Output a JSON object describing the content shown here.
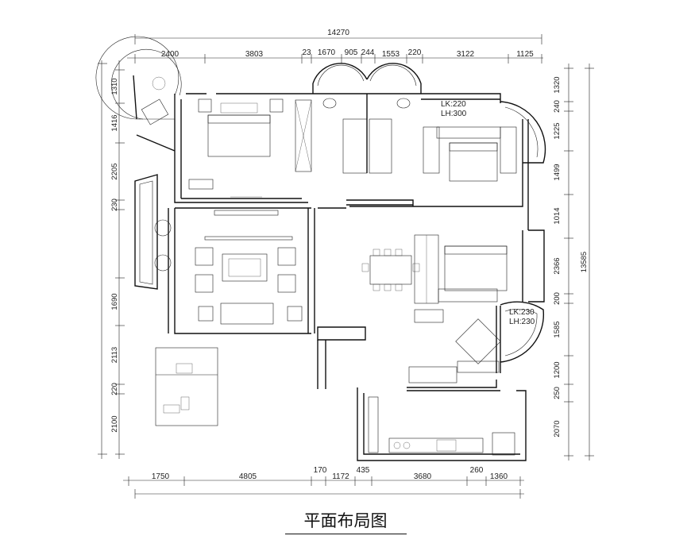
{
  "title": "平面布局图",
  "top_dims": {
    "overall": "14270",
    "segments": [
      "2400",
      "3803",
      "23",
      "1670",
      "905",
      "244",
      "1553",
      "220",
      "3122",
      "1125"
    ]
  },
  "bottom_dims": {
    "segments": [
      "1750",
      "4805",
      "170",
      "1172",
      "435",
      "3680",
      "260",
      "1360"
    ]
  },
  "left_dims": [
    "1310",
    "1416",
    "2205",
    "230",
    "1690",
    "2113",
    "220",
    "2100"
  ],
  "right_dims": {
    "overall": "13585",
    "segments": [
      "1320",
      "240",
      "1225",
      "1499",
      "1014",
      "2366",
      "200",
      "1585",
      "1200",
      "250",
      "2070"
    ]
  },
  "annotations": {
    "lk_top": "LK:220",
    "lh_top": "LH:300",
    "lk_bottom": "LK:230",
    "lh_bottom": "LH:230"
  }
}
